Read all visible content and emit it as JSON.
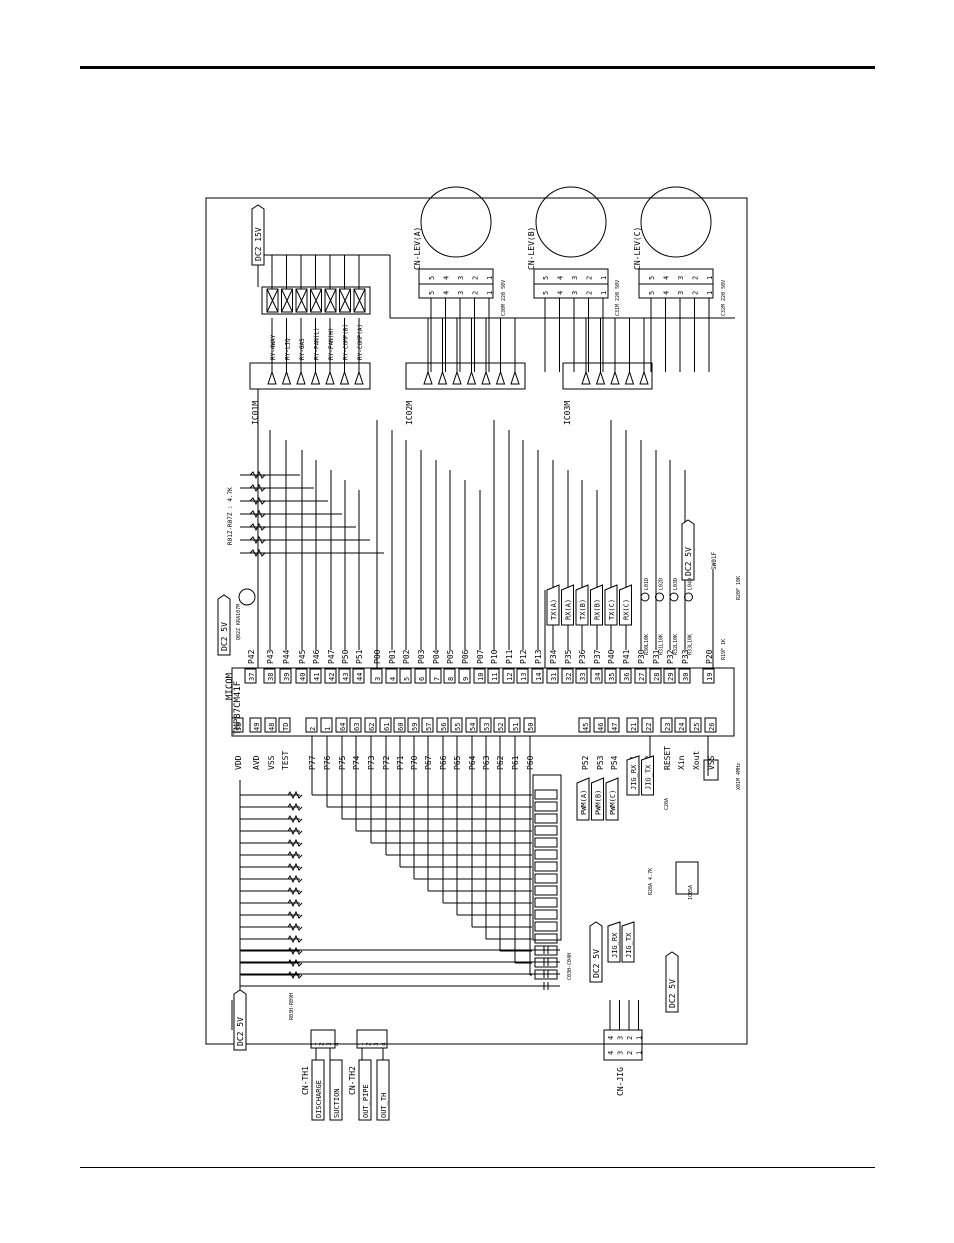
{
  "power": {
    "dc15": "DC2 15V",
    "dc5": "DC2 5V",
    "sw01f": "SW01F"
  },
  "micom": {
    "label": "MICOM",
    "part": "TMP87CM41F"
  },
  "ics": [
    "IC01M",
    "IC02M",
    "IC03M"
  ],
  "lev": [
    {
      "name": "CN-LEV(A)",
      "cap": [
        "C30M",
        "220",
        "50V"
      ]
    },
    {
      "name": "CN-LEV(B)",
      "cap": [
        "C31M",
        "220",
        "50V"
      ]
    },
    {
      "name": "CN-LEV(C)",
      "cap": [
        "C32M",
        "220",
        "50V"
      ]
    }
  ],
  "relays": [
    "RY-4WAY",
    "RY-LIQ",
    "RY-GAS",
    "RY-FAN(L)",
    "RY-FAN(H)",
    "RY-COMP(B)",
    "RY-COMP(A)"
  ],
  "resistor_array": "R01Z-R07Z : 4.7K",
  "q_label": "Q02Z KRA107M",
  "top_pins": [
    {
      "n": "37",
      "p": "P42"
    },
    {
      "n": "38",
      "p": "P43"
    },
    {
      "n": "39",
      "p": "P44"
    },
    {
      "n": "40",
      "p": "P45"
    },
    {
      "n": "41",
      "p": "P46"
    },
    {
      "n": "42",
      "p": "P47"
    },
    {
      "n": "43",
      "p": "P50"
    },
    {
      "n": "44",
      "p": "P51"
    },
    {
      "n": "3",
      "p": "P00"
    },
    {
      "n": "4",
      "p": "P01"
    },
    {
      "n": "5",
      "p": "P02"
    },
    {
      "n": "6",
      "p": "P03"
    },
    {
      "n": "7",
      "p": "P04"
    },
    {
      "n": "8",
      "p": "P05"
    },
    {
      "n": "9",
      "p": "P06"
    },
    {
      "n": "10",
      "p": "P07"
    },
    {
      "n": "11",
      "p": "P10"
    },
    {
      "n": "12",
      "p": "P11"
    },
    {
      "n": "13",
      "p": "P12"
    },
    {
      "n": "14",
      "p": "P13"
    },
    {
      "n": "31",
      "p": "P34"
    },
    {
      "n": "32",
      "p": "P35"
    },
    {
      "n": "33",
      "p": "P36"
    },
    {
      "n": "34",
      "p": "P37"
    },
    {
      "n": "35",
      "p": "P40"
    },
    {
      "n": "36",
      "p": "P41"
    },
    {
      "n": "27",
      "p": "P30"
    },
    {
      "n": "28",
      "p": "P31"
    },
    {
      "n": "29",
      "p": "P32"
    },
    {
      "n": "30",
      "p": "P33"
    },
    {
      "n": "19",
      "p": "P20"
    }
  ],
  "bottom_pins": [
    {
      "n": "58",
      "p": "VDD"
    },
    {
      "n": "49",
      "p": "AVD"
    },
    {
      "n": "48",
      "p": "VSS"
    },
    {
      "n": "TD",
      "p": "TEST"
    },
    {
      "n": "2",
      "p": "P77"
    },
    {
      "n": "1",
      "p": "P76"
    },
    {
      "n": "64",
      "p": "P75"
    },
    {
      "n": "63",
      "p": "P74"
    },
    {
      "n": "62",
      "p": "P73"
    },
    {
      "n": "61",
      "p": "P72"
    },
    {
      "n": "60",
      "p": "P71"
    },
    {
      "n": "59",
      "p": "P70"
    },
    {
      "n": "57",
      "p": "P67"
    },
    {
      "n": "56",
      "p": "P66"
    },
    {
      "n": "55",
      "p": "P65"
    },
    {
      "n": "54",
      "p": "P64"
    },
    {
      "n": "53",
      "p": "P63"
    },
    {
      "n": "52",
      "p": "P62"
    },
    {
      "n": "51",
      "p": "P61"
    },
    {
      "n": "50",
      "p": "P60"
    },
    {
      "n": "45",
      "p": "P52"
    },
    {
      "n": "46",
      "p": "P53"
    },
    {
      "n": "47",
      "p": "P54"
    },
    {
      "n": "21",
      "p": "P21"
    },
    {
      "n": "22",
      "p": "P22"
    },
    {
      "n": "23",
      "p": "RESET"
    },
    {
      "n": "24",
      "p": "Xin"
    },
    {
      "n": "25",
      "p": "Xout"
    },
    {
      "n": "26",
      "p": "VSS"
    }
  ],
  "signals_tx_rx": [
    "TX(A)",
    "RX(A)",
    "TX(B)",
    "RX(B)",
    "TX(C)",
    "RX(C)"
  ],
  "leds": [
    "L01D",
    "L02D",
    "L03D",
    "L04D"
  ],
  "led_resistors": [
    "R30L10K",
    "R31L10K",
    "R32L10K",
    "R33L10K"
  ],
  "pwm": [
    "PWM(A)",
    "PWM(B)",
    "PWM(C)"
  ],
  "jig_signals": [
    "JIG_RX",
    "JIG_TX"
  ],
  "jig_connector": {
    "name": "CN-JIG",
    "pins": [
      "4",
      "3",
      "2",
      "1"
    ]
  },
  "th1": {
    "name": "CN-TH1",
    "labels": [
      "DISCHARGE",
      "SUCTION"
    ],
    "pins": [
      "1",
      "2",
      "3",
      "4"
    ]
  },
  "th2": {
    "name": "CN-TH2",
    "labels": [
      "OUT_PIPE",
      "OUT_TH"
    ],
    "pins": [
      "1",
      "2",
      "3",
      "4"
    ]
  },
  "misc_labels": {
    "r20": "R20F 10K",
    "r19": "R19F 1K",
    "reset_ic": "IC05A",
    "crystal": "X01M 4MHz",
    "r_reset": "R20A 4.7K",
    "c_reset": "C20A",
    "cap_bank": "C03H-C04H",
    "r_bank": "R03H-R09H"
  }
}
